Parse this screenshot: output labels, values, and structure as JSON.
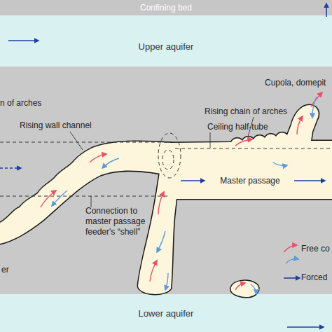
{
  "diagram": {
    "nodes": [
      {
        "text": [
          "Confining bed"
        ]
      },
      {
        "text": [
          "Upper aquifer"
        ]
      },
      {
        "text": [
          "Master passage"
        ]
      },
      {
        "text": [
          "Lower aquifer"
        ]
      }
    ],
    "labels": [
      "n of arches",
      "Rising wall channel",
      "Cupola, domepit",
      "Rising chain of arches",
      "Ceiling half-tube",
      "Connection to master passage feeder's “shell”",
      "er"
    ],
    "legend": [
      {
        "text": "Free co"
      },
      {
        "text": "Forced"
      }
    ]
  }
}
